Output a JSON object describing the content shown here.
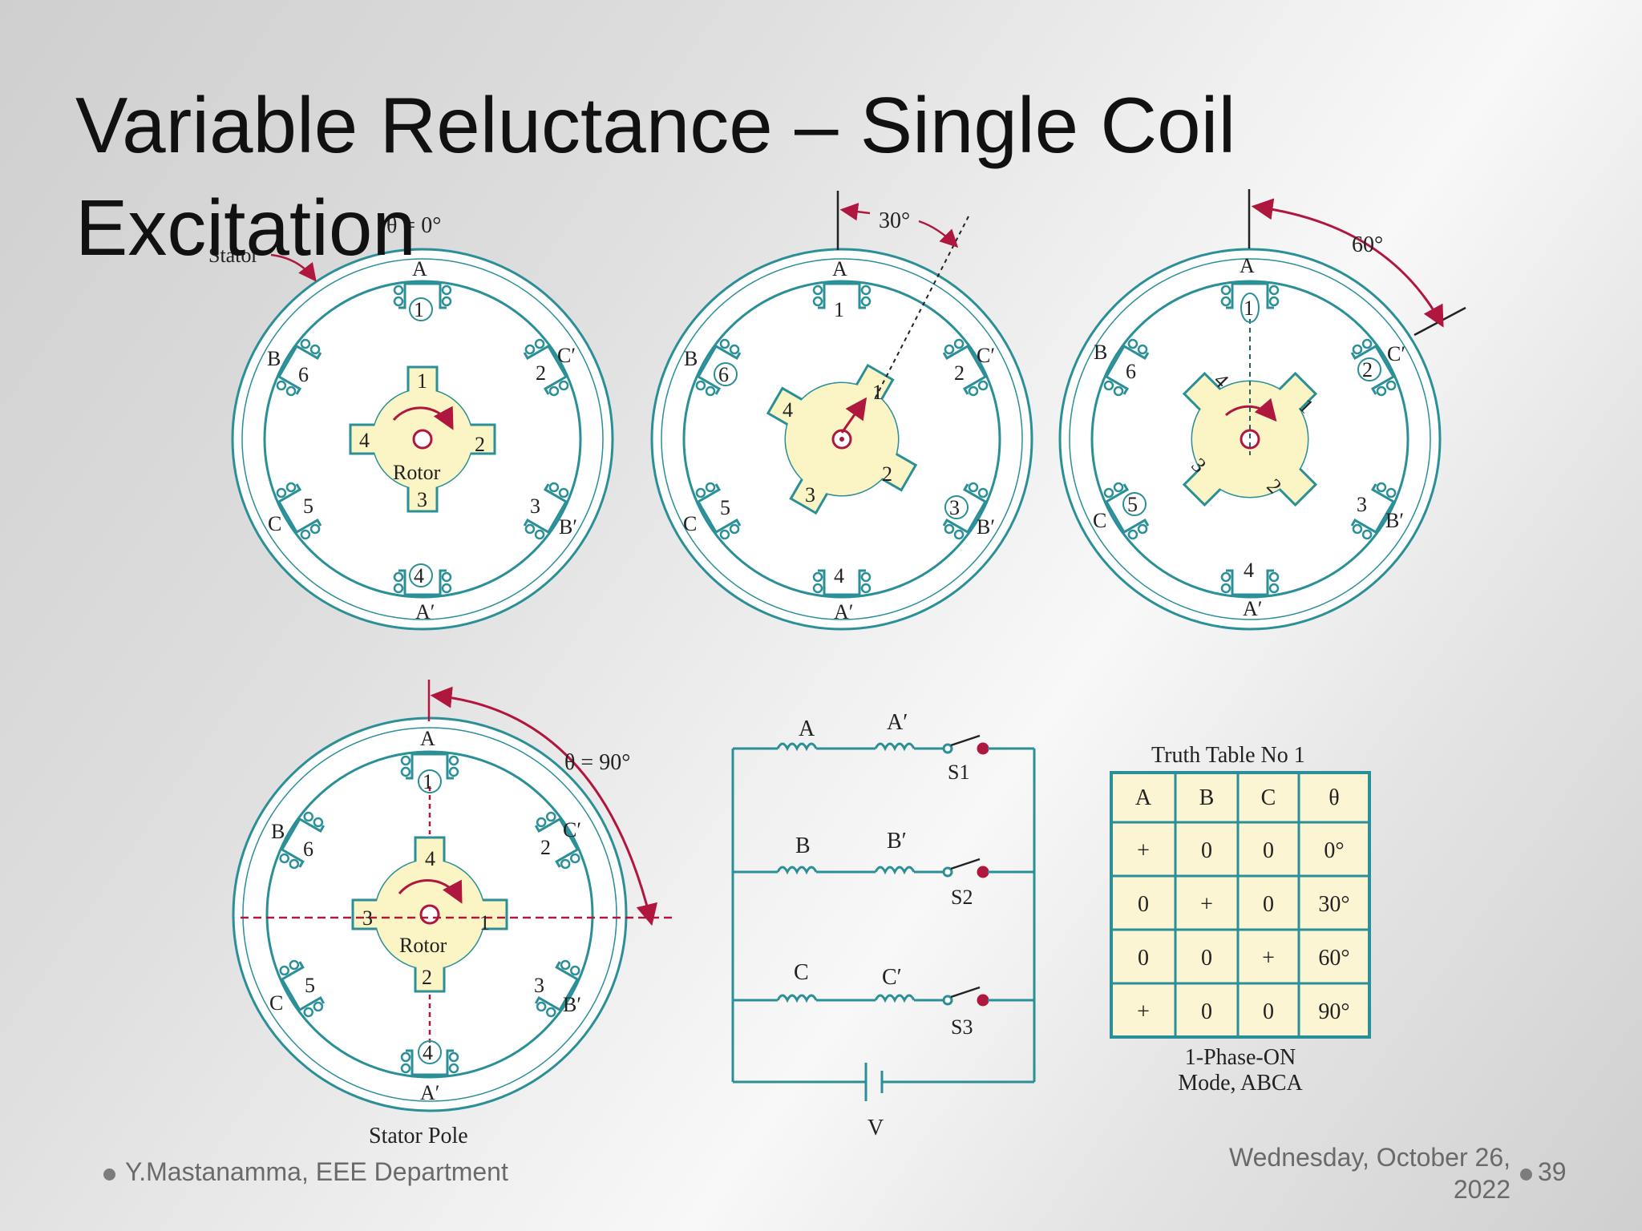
{
  "slide": {
    "title": "Variable Reluctance – Single Coil Excitation",
    "footer_author": "Y.Mastanamma, EEE Department",
    "footer_date": "Wednesday, October 26, 2022",
    "page_number": "39"
  },
  "diagram": {
    "labels": {
      "stator": "Stator",
      "rotor": "Rotor",
      "stator_pole": "Stator Pole",
      "angle_0": "θ = 0°",
      "angle_30": "30°",
      "angle_60": "60°",
      "angle_90": "θ = 90°"
    },
    "stator_poles": [
      {
        "name": "A",
        "number": "1"
      },
      {
        "name": "C′",
        "number": "2"
      },
      {
        "name": "B′",
        "number": "3"
      },
      {
        "name": "A′",
        "number": "4"
      },
      {
        "name": "C",
        "number": "5"
      },
      {
        "name": "B",
        "number": "6"
      }
    ],
    "rotor_teeth": [
      "1",
      "2",
      "3",
      "4"
    ],
    "circuit": {
      "coils": [
        {
          "left": "A",
          "right": "A′",
          "switch": "S1"
        },
        {
          "left": "B",
          "right": "B′",
          "switch": "S2"
        },
        {
          "left": "C",
          "right": "C′",
          "switch": "S3"
        }
      ],
      "supply": "V"
    },
    "truth_table": {
      "title": "Truth Table No 1",
      "headers": [
        "A",
        "B",
        "C",
        "θ"
      ],
      "rows": [
        [
          "+",
          "0",
          "0",
          "0°"
        ],
        [
          "0",
          "+",
          "0",
          "30°"
        ],
        [
          "0",
          "0",
          "+",
          "60°"
        ],
        [
          "+",
          "0",
          "0",
          "90°"
        ]
      ],
      "caption_line1": "1-Phase-ON",
      "caption_line2": "Mode, ABCA"
    },
    "colors": {
      "stator": "#2a8f96",
      "rotor_fill": "#fbf5c6",
      "arrow": "#b0173e",
      "table_fill": "#fbf5d4"
    }
  }
}
